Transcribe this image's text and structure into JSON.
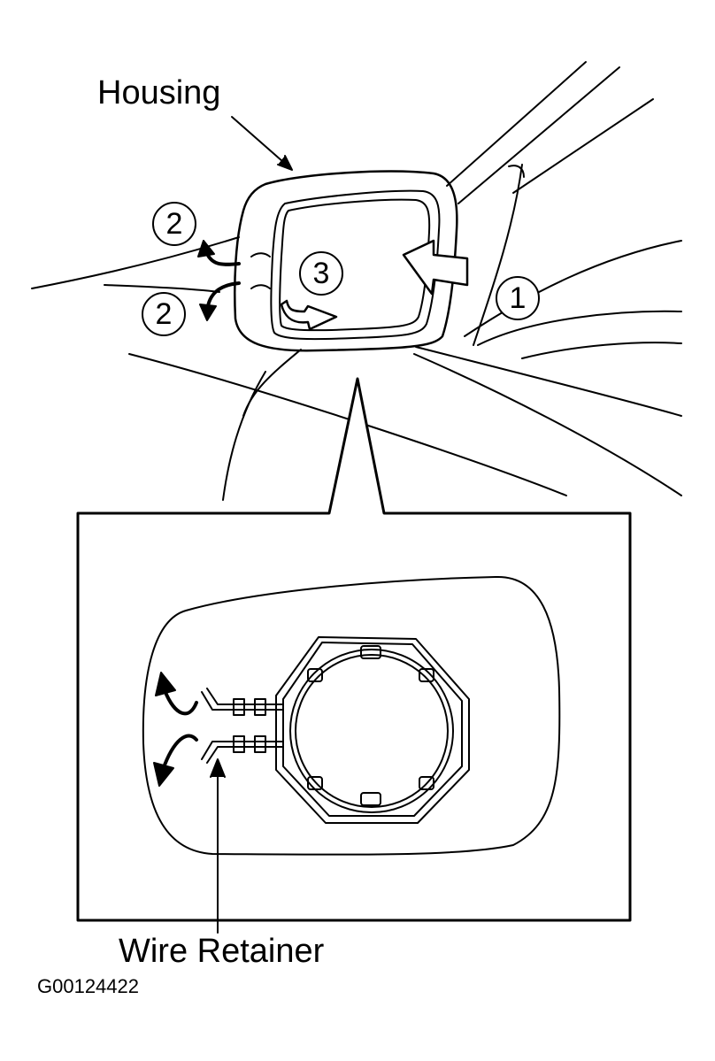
{
  "labels": {
    "housing": "Housing",
    "wire_retainer": "Wire Retainer",
    "figure_code": "G00124422"
  },
  "callouts": {
    "step_1": "1",
    "step_2_upper": "2",
    "step_2_lower": "2",
    "step_3": "3"
  },
  "colors": {
    "line": "#000000",
    "background": "#ffffff"
  }
}
